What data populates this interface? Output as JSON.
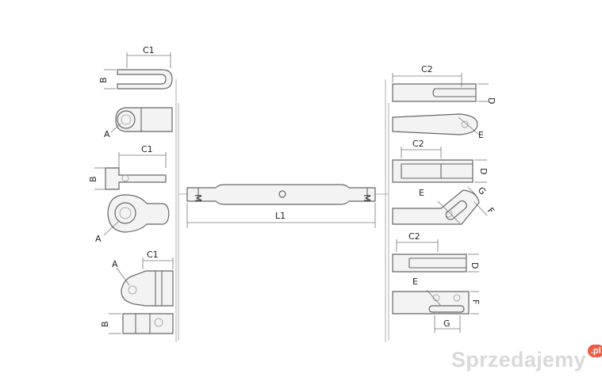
{
  "labels": {
    "c1": "C1",
    "c2": "C2",
    "b": "B",
    "a": "A",
    "d": "D",
    "e": "E",
    "f": "F",
    "g": "G",
    "m": "M",
    "l1": "L1"
  },
  "watermark": {
    "text": "Sprzedajemy",
    "badge": ".pl"
  }
}
